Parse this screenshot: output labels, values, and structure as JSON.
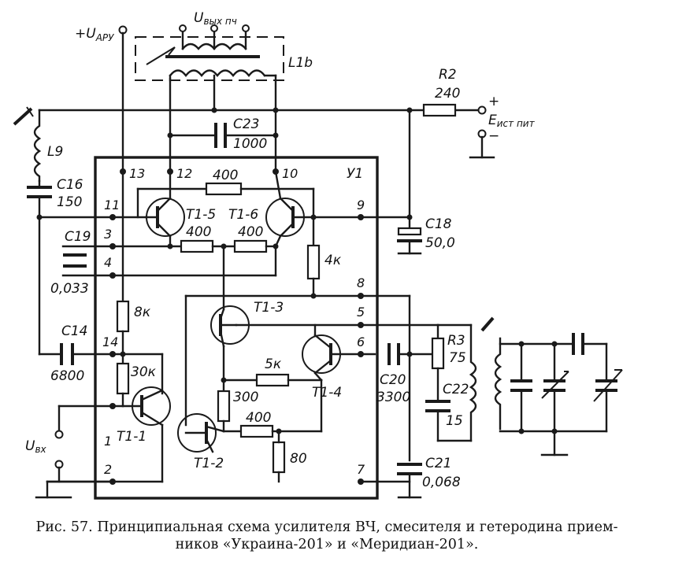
{
  "caption": {
    "line1": "Рис. 57. Принципиальная схема усилителя ВЧ, смесителя и гетеродина прием-",
    "line2": "ников «Украина-201» и «Меридиан-201»."
  },
  "labels": {
    "u_agc": "+U",
    "u_agc_sub": "АРУ",
    "u_out": "U",
    "u_out_sub": "вых пч",
    "l1b": "L1b",
    "r2_name": "R2",
    "r2_value": "240",
    "supply_plus": "+",
    "supply_minus": "−",
    "supply": "E",
    "supply_sub": "ист пит",
    "l9": "L9",
    "c16_name": "C16",
    "c16_value": "150",
    "c23_name": "C23",
    "c23_value": "1000",
    "u1": "У1",
    "r400_top": "400",
    "t1_5": "T1-5",
    "t1_6": "T1-6",
    "c18_name": "C18",
    "c18_value": "50,0",
    "c19_name": "C19",
    "c19_value": "0,033",
    "r400_a": "400",
    "r400_b": "400",
    "r4k": "4к",
    "r8k": "8к",
    "t1_3": "T1-3",
    "c14_name": "C14",
    "c14_value": "6800",
    "r30k": "30к",
    "r5k": "5к",
    "t1_4": "T1-4",
    "c20_name": "C20",
    "c20_value": "3300",
    "r3_name": "R3",
    "r3_value": "75",
    "c22_name": "C22",
    "c22_value": "15",
    "t1_1": "T1-1",
    "r300": "300",
    "r400_c": "400",
    "u_in": "U",
    "u_in_sub": "вх",
    "r80": "80",
    "t1_2": "T1-2",
    "c21_name": "C21",
    "c21_value": "0,068"
  },
  "pins": [
    "1",
    "2",
    "3",
    "4",
    "5",
    "6",
    "7",
    "8",
    "9",
    "10",
    "11",
    "12",
    "13",
    "14"
  ]
}
